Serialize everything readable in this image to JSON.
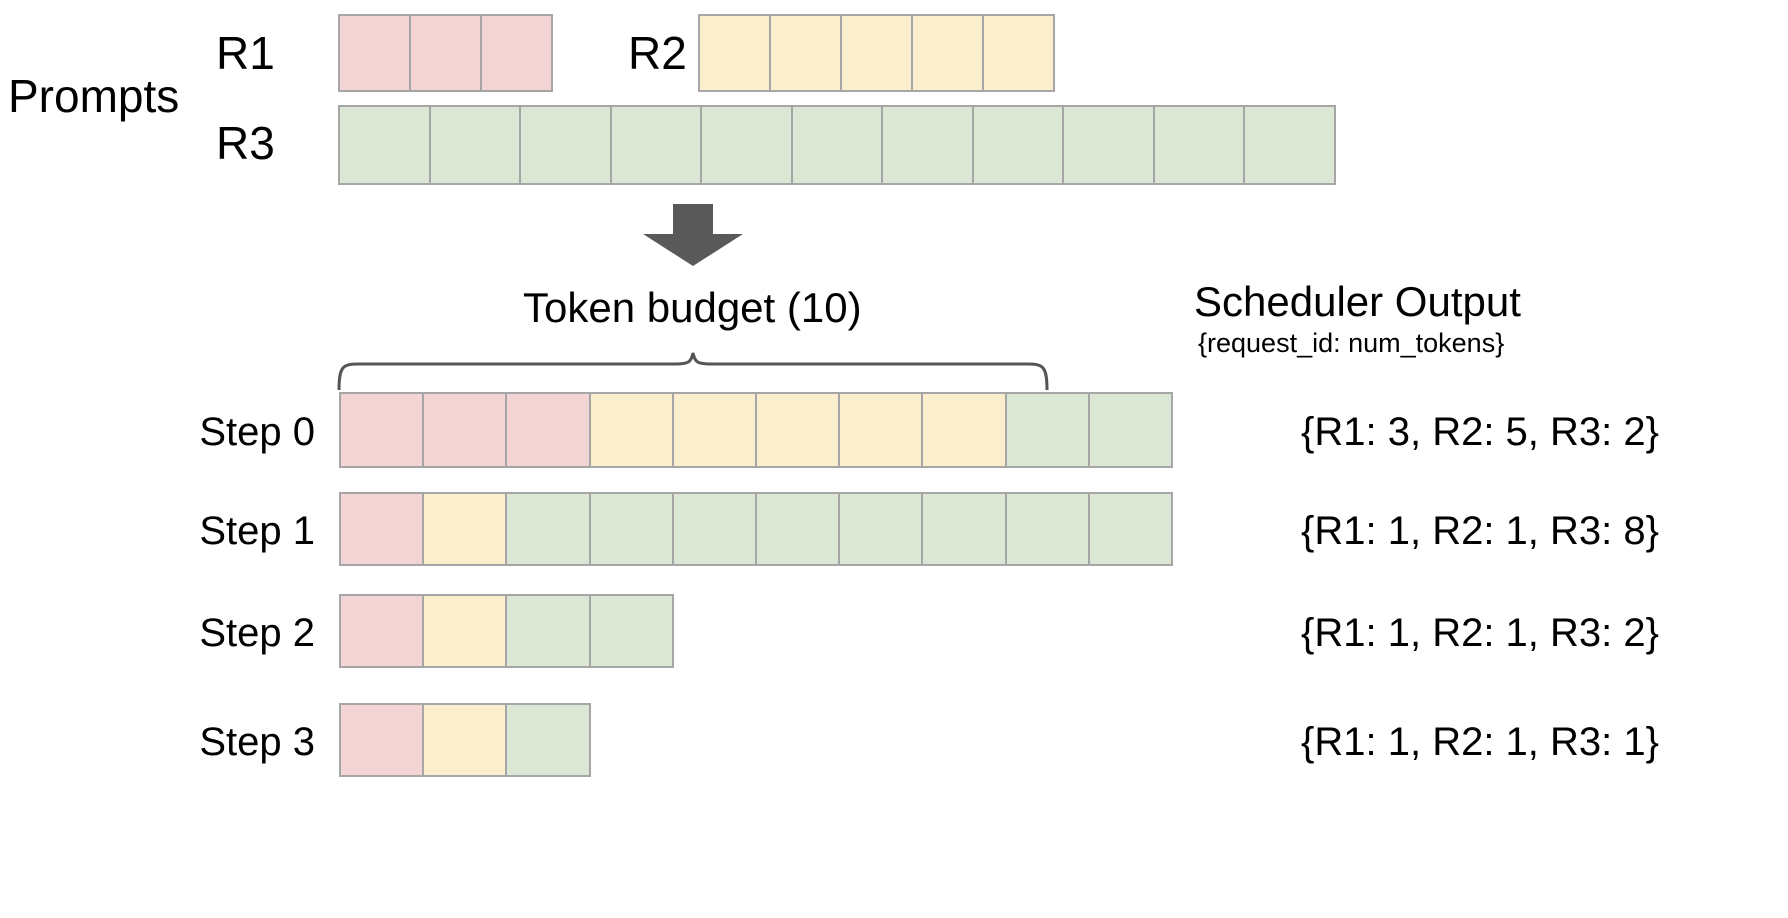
{
  "diagram": {
    "title_prompts": "Prompts",
    "colors": {
      "r1": "#f2d4d4",
      "r2": "#faeecc",
      "r3": "#dbe7d4",
      "cell_border": "#a6a6a6",
      "arrow": "#595959",
      "brace": "#555555",
      "text": "#000000",
      "background": "#ffffff"
    },
    "prompts": {
      "label": "Prompts",
      "requests": [
        {
          "id": "R1",
          "label": "R1",
          "tokens": 3,
          "color_key": "r1"
        },
        {
          "id": "R2",
          "label": "R2",
          "tokens": 5,
          "color_key": "r2"
        },
        {
          "id": "R3",
          "label": "R3",
          "tokens": 11,
          "color_key": "r3"
        }
      ]
    },
    "arrow": {
      "icon": "down-arrow-icon",
      "direction": "down"
    },
    "budget": {
      "label": "Token  budget (10)",
      "value": 10,
      "brace_icon": "curly-brace-icon"
    },
    "scheduler_output": {
      "title": "Scheduler Output",
      "subtitle": "{request_id: num_tokens}"
    },
    "steps": [
      {
        "label": "Step 0",
        "segments": [
          {
            "request": "R1",
            "count": 3,
            "color_key": "r1"
          },
          {
            "request": "R2",
            "count": 5,
            "color_key": "r2"
          },
          {
            "request": "R3",
            "count": 2,
            "color_key": "r3"
          }
        ],
        "output": "{R1: 3, R2: 5, R3: 2}"
      },
      {
        "label": "Step 1",
        "segments": [
          {
            "request": "R1",
            "count": 1,
            "color_key": "r1"
          },
          {
            "request": "R2",
            "count": 1,
            "color_key": "r2"
          },
          {
            "request": "R3",
            "count": 8,
            "color_key": "r3"
          }
        ],
        "output": "{R1: 1, R2: 1, R3: 8}"
      },
      {
        "label": "Step 2",
        "segments": [
          {
            "request": "R1",
            "count": 1,
            "color_key": "r1"
          },
          {
            "request": "R2",
            "count": 1,
            "color_key": "r2"
          },
          {
            "request": "R3",
            "count": 2,
            "color_key": "r3"
          }
        ],
        "output": "{R1: 1, R2: 1, R3: 2}"
      },
      {
        "label": "Step 3",
        "segments": [
          {
            "request": "R1",
            "count": 1,
            "color_key": "r1"
          },
          {
            "request": "R2",
            "count": 1,
            "color_key": "r2"
          },
          {
            "request": "R3",
            "count": 1,
            "color_key": "r3"
          }
        ],
        "output": "{R1: 1, R2: 1, R3: 1}"
      }
    ]
  }
}
